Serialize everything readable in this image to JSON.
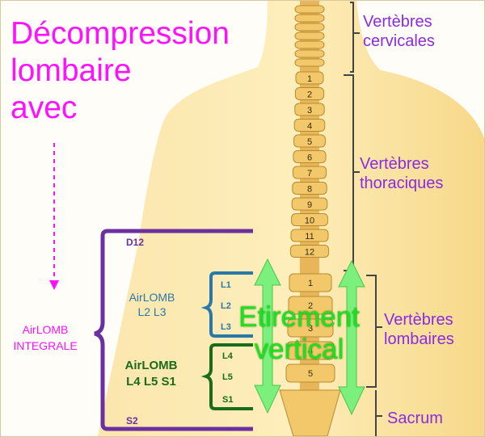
{
  "title": [
    "Décompression",
    "lombaire",
    "avec"
  ],
  "regions": {
    "cervical": [
      "Vertèbres",
      "cervicales"
    ],
    "thoracic": [
      "Vertèbres",
      "thoraciques"
    ],
    "lumbar": [
      "Vertèbres",
      "lombaires"
    ],
    "sacrum": "Sacrum"
  },
  "thoracic_numbers": [
    "1",
    "2",
    "3",
    "4",
    "5",
    "6",
    "7",
    "8",
    "9",
    "10",
    "11",
    "12"
  ],
  "lumbar_numbers": [
    "1",
    "2",
    "3",
    "4",
    "5"
  ],
  "integrale": [
    "AirLOMB",
    "INTEGRALE"
  ],
  "d12": "D12",
  "s2": "S2",
  "airlomb_upper": [
    "AirLOMB",
    "L2 L3"
  ],
  "airlomb_lower": [
    "AirLOMB",
    "L4 L5 S1"
  ],
  "upper_levels": [
    "L1",
    "L2",
    "L3"
  ],
  "lower_levels": [
    "L4",
    "L5",
    "S1"
  ],
  "stretch_label": [
    "Etirement",
    "vertical"
  ],
  "colors": {
    "magenta": "#ff10ff",
    "region_purple": "#8a2be2",
    "bracket_purple": "#6b2fa0",
    "bracket_blue": "#2a78a8",
    "bracket_green": "#1a6b1a",
    "arrow_green": "#7cf07c",
    "skin": "#fbe3a2",
    "bone": "#f2c86a"
  }
}
